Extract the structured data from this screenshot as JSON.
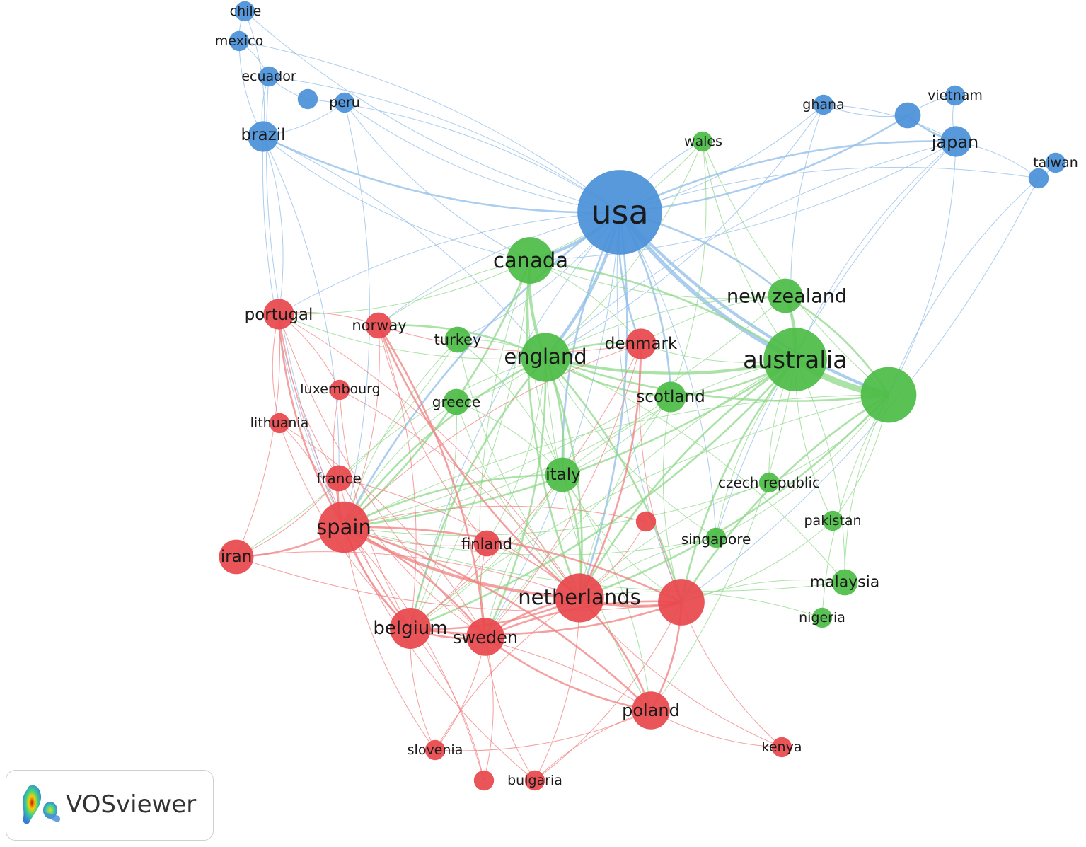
{
  "logo": {
    "label": "VOSviewer"
  },
  "colors": {
    "cluster_red": "#e8474c",
    "cluster_green": "#4cbc45",
    "cluster_blue": "#4a90d9",
    "edge_red": "#f08080",
    "edge_green": "#8fd88a",
    "edge_blue": "#8fbce8"
  },
  "network": {
    "nodes": [
      {
        "id": "chile",
        "label": "chile",
        "cluster": "blue",
        "weight": 1
      },
      {
        "id": "mexico",
        "label": "mexico",
        "cluster": "blue",
        "weight": 1
      },
      {
        "id": "ecuador",
        "label": "ecuador",
        "cluster": "blue",
        "weight": 1
      },
      {
        "id": "peru-dot",
        "label": "",
        "cluster": "blue",
        "weight": 1
      },
      {
        "id": "peru",
        "label": "peru",
        "cluster": "blue",
        "weight": 1
      },
      {
        "id": "brazil",
        "label": "brazil",
        "cluster": "blue",
        "weight": 3
      },
      {
        "id": "ghana",
        "label": "ghana",
        "cluster": "blue",
        "weight": 1
      },
      {
        "id": "vietnam-dot",
        "label": "",
        "cluster": "blue",
        "weight": 2
      },
      {
        "id": "vietnam",
        "label": "vietnam",
        "cluster": "blue",
        "weight": 1
      },
      {
        "id": "japan",
        "label": "japan",
        "cluster": "blue",
        "weight": 3
      },
      {
        "id": "taiwan",
        "label": "taiwan",
        "cluster": "blue",
        "weight": 1
      },
      {
        "id": "taiwan-dot",
        "label": "",
        "cluster": "blue",
        "weight": 1
      },
      {
        "id": "usa",
        "label": "usa",
        "cluster": "blue",
        "weight": 30
      },
      {
        "id": "wales",
        "label": "wales",
        "cluster": "green",
        "weight": 1
      },
      {
        "id": "canada",
        "label": "canada",
        "cluster": "green",
        "weight": 8
      },
      {
        "id": "new zealand",
        "label": "new zealand",
        "cluster": "green",
        "weight": 4
      },
      {
        "id": "australia",
        "label": "australia",
        "cluster": "green",
        "weight": 16
      },
      {
        "id": "green-big",
        "label": "",
        "cluster": "green",
        "weight": 12
      },
      {
        "id": "england",
        "label": "england",
        "cluster": "green",
        "weight": 9
      },
      {
        "id": "turkey",
        "label": "turkey",
        "cluster": "green",
        "weight": 2
      },
      {
        "id": "scotland",
        "label": "scotland",
        "cluster": "green",
        "weight": 3
      },
      {
        "id": "greece",
        "label": "greece",
        "cluster": "green",
        "weight": 2
      },
      {
        "id": "italy",
        "label": "italy",
        "cluster": "green",
        "weight": 4
      },
      {
        "id": "czech republic",
        "label": "czech republic",
        "cluster": "green",
        "weight": 1
      },
      {
        "id": "pakistan",
        "label": "pakistan",
        "cluster": "green",
        "weight": 1
      },
      {
        "id": "singapore",
        "label": "singapore",
        "cluster": "green",
        "weight": 1
      },
      {
        "id": "malaysia",
        "label": "malaysia",
        "cluster": "green",
        "weight": 2
      },
      {
        "id": "nigeria",
        "label": "nigeria",
        "cluster": "green",
        "weight": 1
      },
      {
        "id": "portugal",
        "label": "portugal",
        "cluster": "red",
        "weight": 3
      },
      {
        "id": "norway",
        "label": "norway",
        "cluster": "red",
        "weight": 2
      },
      {
        "id": "denmark",
        "label": "denmark",
        "cluster": "red",
        "weight": 3
      },
      {
        "id": "luxembourg",
        "label": "luxembourg",
        "cluster": "red",
        "weight": 1
      },
      {
        "id": "lithuania",
        "label": "lithuania",
        "cluster": "red",
        "weight": 1
      },
      {
        "id": "france",
        "label": "france",
        "cluster": "red",
        "weight": 2
      },
      {
        "id": "spain",
        "label": "spain",
        "cluster": "red",
        "weight": 10
      },
      {
        "id": "iran",
        "label": "iran",
        "cluster": "red",
        "weight": 4
      },
      {
        "id": "finland",
        "label": "finland",
        "cluster": "red",
        "weight": 2
      },
      {
        "id": "red-small",
        "label": "",
        "cluster": "red",
        "weight": 1
      },
      {
        "id": "netherlands",
        "label": "netherlands",
        "cluster": "red",
        "weight": 9
      },
      {
        "id": "red-big",
        "label": "",
        "cluster": "red",
        "weight": 8
      },
      {
        "id": "belgium",
        "label": "belgium",
        "cluster": "red",
        "weight": 6
      },
      {
        "id": "sweden",
        "label": "sweden",
        "cluster": "red",
        "weight": 5
      },
      {
        "id": "poland",
        "label": "poland",
        "cluster": "red",
        "weight": 5
      },
      {
        "id": "kenya",
        "label": "kenya",
        "cluster": "red",
        "weight": 1
      },
      {
        "id": "slovenia",
        "label": "slovenia",
        "cluster": "red",
        "weight": 1
      },
      {
        "id": "bulgaria-dot",
        "label": "",
        "cluster": "red",
        "weight": 1
      },
      {
        "id": "bulgaria",
        "label": "bulgaria",
        "cluster": "red",
        "weight": 1
      }
    ],
    "links": [
      [
        "chile",
        "mexico",
        1
      ],
      [
        "chile",
        "brazil",
        1
      ],
      [
        "chile",
        "usa",
        1
      ],
      [
        "mexico",
        "ecuador",
        1
      ],
      [
        "mexico",
        "brazil",
        1
      ],
      [
        "mexico",
        "usa",
        1
      ],
      [
        "ecuador",
        "brazil",
        1
      ],
      [
        "ecuador",
        "usa",
        1
      ],
      [
        "ecuador",
        "peru-dot",
        1
      ],
      [
        "peru-dot",
        "usa",
        1
      ],
      [
        "peru",
        "usa",
        1
      ],
      [
        "peru",
        "brazil",
        1
      ],
      [
        "brazil",
        "usa",
        2
      ],
      [
        "brazil",
        "portugal",
        1
      ],
      [
        "brazil",
        "spain",
        1
      ],
      [
        "brazil",
        "england",
        1
      ],
      [
        "brazil",
        "canada",
        1
      ],
      [
        "brazil",
        "france",
        1
      ],
      [
        "peru",
        "canada",
        1
      ],
      [
        "peru",
        "spain",
        1
      ],
      [
        "ecuador",
        "spain",
        1
      ],
      [
        "ghana",
        "usa",
        1
      ],
      [
        "ghana",
        "vietnam-dot",
        1
      ],
      [
        "ghana",
        "japan",
        1
      ],
      [
        "ghana",
        "australia",
        1
      ],
      [
        "ghana",
        "england",
        1
      ],
      [
        "vietnam-dot",
        "japan",
        2
      ],
      [
        "vietnam-dot",
        "usa",
        2
      ],
      [
        "vietnam",
        "japan",
        1
      ],
      [
        "vietnam-dot",
        "vietnam",
        1
      ],
      [
        "japan",
        "usa",
        2
      ],
      [
        "japan",
        "taiwan-dot",
        1
      ],
      [
        "japan",
        "australia",
        1
      ],
      [
        "japan",
        "green-big",
        1
      ],
      [
        "japan",
        "england",
        1
      ],
      [
        "japan",
        "canada",
        1
      ],
      [
        "taiwan-dot",
        "usa",
        1
      ],
      [
        "taiwan",
        "taiwan-dot",
        1
      ],
      [
        "taiwan-dot",
        "green-big",
        1
      ],
      [
        "taiwan-dot",
        "red-big",
        1
      ],
      [
        "japan",
        "singapore",
        1
      ],
      [
        "usa",
        "canada",
        3
      ],
      [
        "usa",
        "australia",
        4
      ],
      [
        "usa",
        "england",
        3
      ],
      [
        "usa",
        "green-big",
        3
      ],
      [
        "usa",
        "new zealand",
        2
      ],
      [
        "usa",
        "denmark",
        2
      ],
      [
        "usa",
        "netherlands",
        2
      ],
      [
        "usa",
        "spain",
        2
      ],
      [
        "usa",
        "scotland",
        2
      ],
      [
        "usa",
        "italy",
        2
      ],
      [
        "usa",
        "turkey",
        1
      ],
      [
        "usa",
        "norway",
        1
      ],
      [
        "usa",
        "singapore",
        1
      ],
      [
        "usa",
        "belgium",
        1
      ],
      [
        "usa",
        "sweden",
        1
      ],
      [
        "usa",
        "red-big",
        1
      ],
      [
        "usa",
        "wales",
        1
      ],
      [
        "usa",
        "portugal",
        1
      ],
      [
        "wales",
        "england",
        1
      ],
      [
        "wales",
        "australia",
        1
      ],
      [
        "wales",
        "canada",
        1
      ],
      [
        "wales",
        "green-big",
        1
      ],
      [
        "wales",
        "scotland",
        1
      ],
      [
        "canada",
        "england",
        3
      ],
      [
        "canada",
        "australia",
        2
      ],
      [
        "canada",
        "netherlands",
        2
      ],
      [
        "canada",
        "spain",
        2
      ],
      [
        "canada",
        "italy",
        1
      ],
      [
        "canada",
        "denmark",
        1
      ],
      [
        "canada",
        "new zealand",
        1
      ],
      [
        "canada",
        "portugal",
        1
      ],
      [
        "canada",
        "norway",
        1
      ],
      [
        "canada",
        "belgium",
        1
      ],
      [
        "canada",
        "sweden",
        1
      ],
      [
        "new zealand",
        "australia",
        3
      ],
      [
        "new zealand",
        "england",
        1
      ],
      [
        "new zealand",
        "green-big",
        2
      ],
      [
        "new zealand",
        "denmark",
        1
      ],
      [
        "new zealand",
        "spain",
        1
      ],
      [
        "australia",
        "green-big",
        6
      ],
      [
        "australia",
        "england",
        3
      ],
      [
        "australia",
        "netherlands",
        2
      ],
      [
        "australia",
        "spain",
        2
      ],
      [
        "australia",
        "red-big",
        2
      ],
      [
        "australia",
        "scotland",
        2
      ],
      [
        "australia",
        "italy",
        1
      ],
      [
        "australia",
        "denmark",
        1
      ],
      [
        "australia",
        "singapore",
        1
      ],
      [
        "australia",
        "malaysia",
        1
      ],
      [
        "australia",
        "czech republic",
        1
      ],
      [
        "australia",
        "belgium",
        2
      ],
      [
        "australia",
        "sweden",
        1
      ],
      [
        "australia",
        "poland",
        1
      ],
      [
        "australia",
        "pakistan",
        1
      ],
      [
        "green-big",
        "england",
        2
      ],
      [
        "green-big",
        "red-big",
        2
      ],
      [
        "green-big",
        "netherlands",
        2
      ],
      [
        "green-big",
        "spain",
        1
      ],
      [
        "green-big",
        "singapore",
        1
      ],
      [
        "green-big",
        "malaysia",
        1
      ],
      [
        "green-big",
        "pakistan",
        1
      ],
      [
        "green-big",
        "nigeria",
        1
      ],
      [
        "green-big",
        "czech republic",
        1
      ],
      [
        "green-big",
        "belgium",
        1
      ],
      [
        "england",
        "netherlands",
        2
      ],
      [
        "england",
        "spain",
        2
      ],
      [
        "england",
        "italy",
        2
      ],
      [
        "england",
        "scotland",
        2
      ],
      [
        "england",
        "denmark",
        2
      ],
      [
        "england",
        "turkey",
        1
      ],
      [
        "england",
        "greece",
        1
      ],
      [
        "england",
        "norway",
        2
      ],
      [
        "england",
        "sweden",
        2
      ],
      [
        "england",
        "belgium",
        2
      ],
      [
        "england",
        "red-big",
        2
      ],
      [
        "england",
        "poland",
        1
      ],
      [
        "england",
        "portugal",
        1
      ],
      [
        "england",
        "france",
        1
      ],
      [
        "england",
        "finland",
        1
      ],
      [
        "england",
        "singapore",
        1
      ],
      [
        "england",
        "malaysia",
        1
      ],
      [
        "turkey",
        "spain",
        1
      ],
      [
        "turkey",
        "italy",
        1
      ],
      [
        "turkey",
        "netherlands",
        1
      ],
      [
        "turkey",
        "iran",
        1
      ],
      [
        "scotland",
        "netherlands",
        1
      ],
      [
        "scotland",
        "spain",
        1
      ],
      [
        "scotland",
        "red-big",
        1
      ],
      [
        "scotland",
        "italy",
        1
      ],
      [
        "greece",
        "spain",
        1
      ],
      [
        "greece",
        "italy",
        1
      ],
      [
        "greece",
        "netherlands",
        1
      ],
      [
        "greece",
        "belgium",
        1
      ],
      [
        "italy",
        "spain",
        2
      ],
      [
        "italy",
        "netherlands",
        2
      ],
      [
        "italy",
        "red-big",
        1
      ],
      [
        "italy",
        "belgium",
        1
      ],
      [
        "italy",
        "sweden",
        1
      ],
      [
        "italy",
        "poland",
        1
      ],
      [
        "czech republic",
        "netherlands",
        1
      ],
      [
        "czech republic",
        "spain",
        1
      ],
      [
        "singapore",
        "netherlands",
        1
      ],
      [
        "singapore",
        "spain",
        1
      ],
      [
        "malaysia",
        "red-big",
        1
      ],
      [
        "malaysia",
        "spain",
        1
      ],
      [
        "nigeria",
        "netherlands",
        1
      ],
      [
        "pakistan",
        "red-big",
        1
      ],
      [
        "portugal",
        "spain",
        2
      ],
      [
        "portugal",
        "norway",
        1
      ],
      [
        "portugal",
        "france",
        1
      ],
      [
        "portugal",
        "iran",
        1
      ],
      [
        "portugal",
        "belgium",
        1
      ],
      [
        "portugal",
        "netherlands",
        1
      ],
      [
        "portugal",
        "lithuania",
        1
      ],
      [
        "portugal",
        "luxembourg",
        1
      ],
      [
        "portugal",
        "sweden",
        1
      ],
      [
        "norway",
        "spain",
        1
      ],
      [
        "norway",
        "netherlands",
        2
      ],
      [
        "norway",
        "sweden",
        2
      ],
      [
        "norway",
        "denmark",
        1
      ],
      [
        "norway",
        "belgium",
        1
      ],
      [
        "norway",
        "finland",
        1
      ],
      [
        "denmark",
        "netherlands",
        2
      ],
      [
        "denmark",
        "spain",
        1
      ],
      [
        "denmark",
        "sweden",
        1
      ],
      [
        "denmark",
        "red-big",
        1
      ],
      [
        "denmark",
        "belgium",
        1
      ],
      [
        "luxembourg",
        "spain",
        1
      ],
      [
        "luxembourg",
        "netherlands",
        1
      ],
      [
        "luxembourg",
        "belgium",
        1
      ],
      [
        "lithuania",
        "spain",
        1
      ],
      [
        "lithuania",
        "belgium",
        1
      ],
      [
        "lithuania",
        "sweden",
        1
      ],
      [
        "france",
        "spain",
        2
      ],
      [
        "france",
        "netherlands",
        1
      ],
      [
        "france",
        "belgium",
        1
      ],
      [
        "france",
        "iran",
        1
      ],
      [
        "france",
        "sweden",
        1
      ],
      [
        "spain",
        "iran",
        2
      ],
      [
        "spain",
        "netherlands",
        3
      ],
      [
        "spain",
        "red-big",
        2
      ],
      [
        "spain",
        "belgium",
        2
      ],
      [
        "spain",
        "sweden",
        2
      ],
      [
        "spain",
        "finland",
        1
      ],
      [
        "spain",
        "poland",
        2
      ],
      [
        "spain",
        "slovenia",
        1
      ],
      [
        "spain",
        "bulgaria-dot",
        1
      ],
      [
        "spain",
        "bulgaria",
        1
      ],
      [
        "iran",
        "netherlands",
        1
      ],
      [
        "iran",
        "red-big",
        1
      ],
      [
        "finland",
        "netherlands",
        1
      ],
      [
        "finland",
        "sweden",
        1
      ],
      [
        "finland",
        "belgium",
        1
      ],
      [
        "netherlands",
        "red-big",
        3
      ],
      [
        "netherlands",
        "belgium",
        2
      ],
      [
        "netherlands",
        "sweden",
        2
      ],
      [
        "netherlands",
        "poland",
        2
      ],
      [
        "netherlands",
        "slovenia",
        1
      ],
      [
        "netherlands",
        "bulgaria",
        1
      ],
      [
        "netherlands",
        "kenya",
        1
      ],
      [
        "red-big",
        "belgium",
        2
      ],
      [
        "red-big",
        "sweden",
        2
      ],
      [
        "red-big",
        "poland",
        2
      ],
      [
        "red-big",
        "kenya",
        1
      ],
      [
        "red-big",
        "bulgaria",
        1
      ],
      [
        "belgium",
        "sweden",
        2
      ],
      [
        "belgium",
        "poland",
        1
      ],
      [
        "belgium",
        "slovenia",
        1
      ],
      [
        "belgium",
        "bulgaria-dot",
        1
      ],
      [
        "sweden",
        "poland",
        2
      ],
      [
        "sweden",
        "slovenia",
        1
      ],
      [
        "sweden",
        "bulgaria",
        1
      ],
      [
        "sweden",
        "bulgaria-dot",
        1
      ],
      [
        "poland",
        "bulgaria",
        1
      ],
      [
        "poland",
        "slovenia",
        1
      ],
      [
        "poland",
        "kenya",
        1
      ],
      [
        "red-small",
        "netherlands",
        1
      ],
      [
        "red-small",
        "spain",
        1
      ]
    ]
  }
}
